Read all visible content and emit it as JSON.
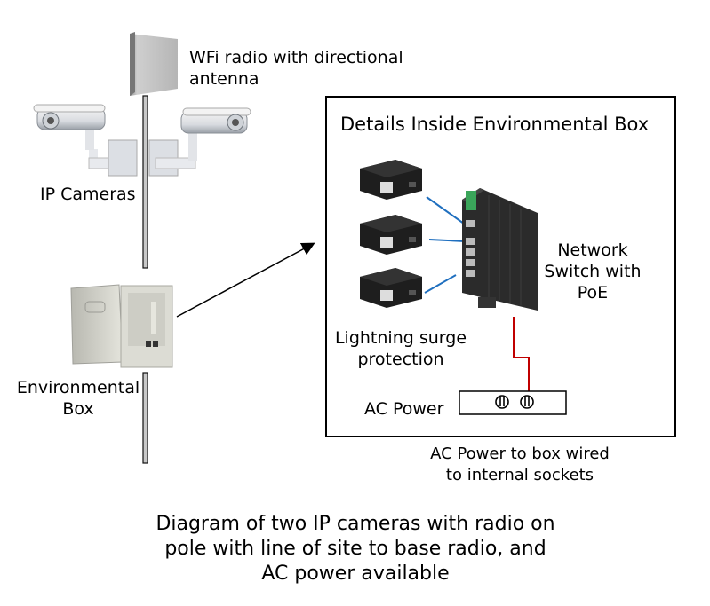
{
  "labels": {
    "radio": [
      "WFi radio with directional",
      "antenna"
    ],
    "cameras": "IP Cameras",
    "env_box": [
      "Environmental",
      "Box"
    ],
    "details_title": "Details Inside Environmental Box",
    "switch": [
      "Network",
      "Switch with",
      "PoE"
    ],
    "surge": [
      "Lightning surge",
      "protection"
    ],
    "ac_power": "AC Power",
    "ac_note": [
      "AC Power to box wired",
      "to internal sockets"
    ]
  },
  "caption": [
    "Diagram of two IP cameras with radio on",
    "pole with line of site to base radio, and",
    "AC power available"
  ],
  "colors": {
    "data_cable": "#1f6fbf",
    "power_cable": "#c00000",
    "switch_terminal": "#3aa55a"
  }
}
